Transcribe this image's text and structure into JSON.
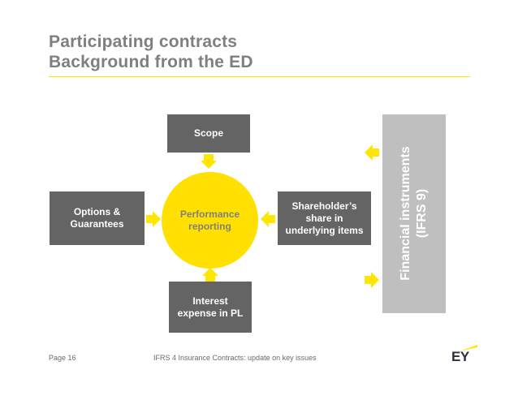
{
  "slide": {
    "title_line1": "Participating contracts",
    "title_line2": "Background from the ED"
  },
  "diagram": {
    "scope": "Scope",
    "options": "Options &\nGuarantees",
    "center": "Performance\nreporting",
    "shareholder": "Shareholder’s\nshare in\nunderlying items",
    "interest": "Interest\nexpense in PL",
    "side_panel": "Financial instruments\n(IFRS 9)"
  },
  "footer": {
    "page": "Page 16",
    "document": "IFRS 4 Insurance Contracts: update on key issues",
    "logo": "EY"
  },
  "colors": {
    "accent_yellow": "#ffe600",
    "box_gray": "#646464",
    "panel_gray": "#bfbfbf",
    "title_gray": "#7f7f7f"
  }
}
